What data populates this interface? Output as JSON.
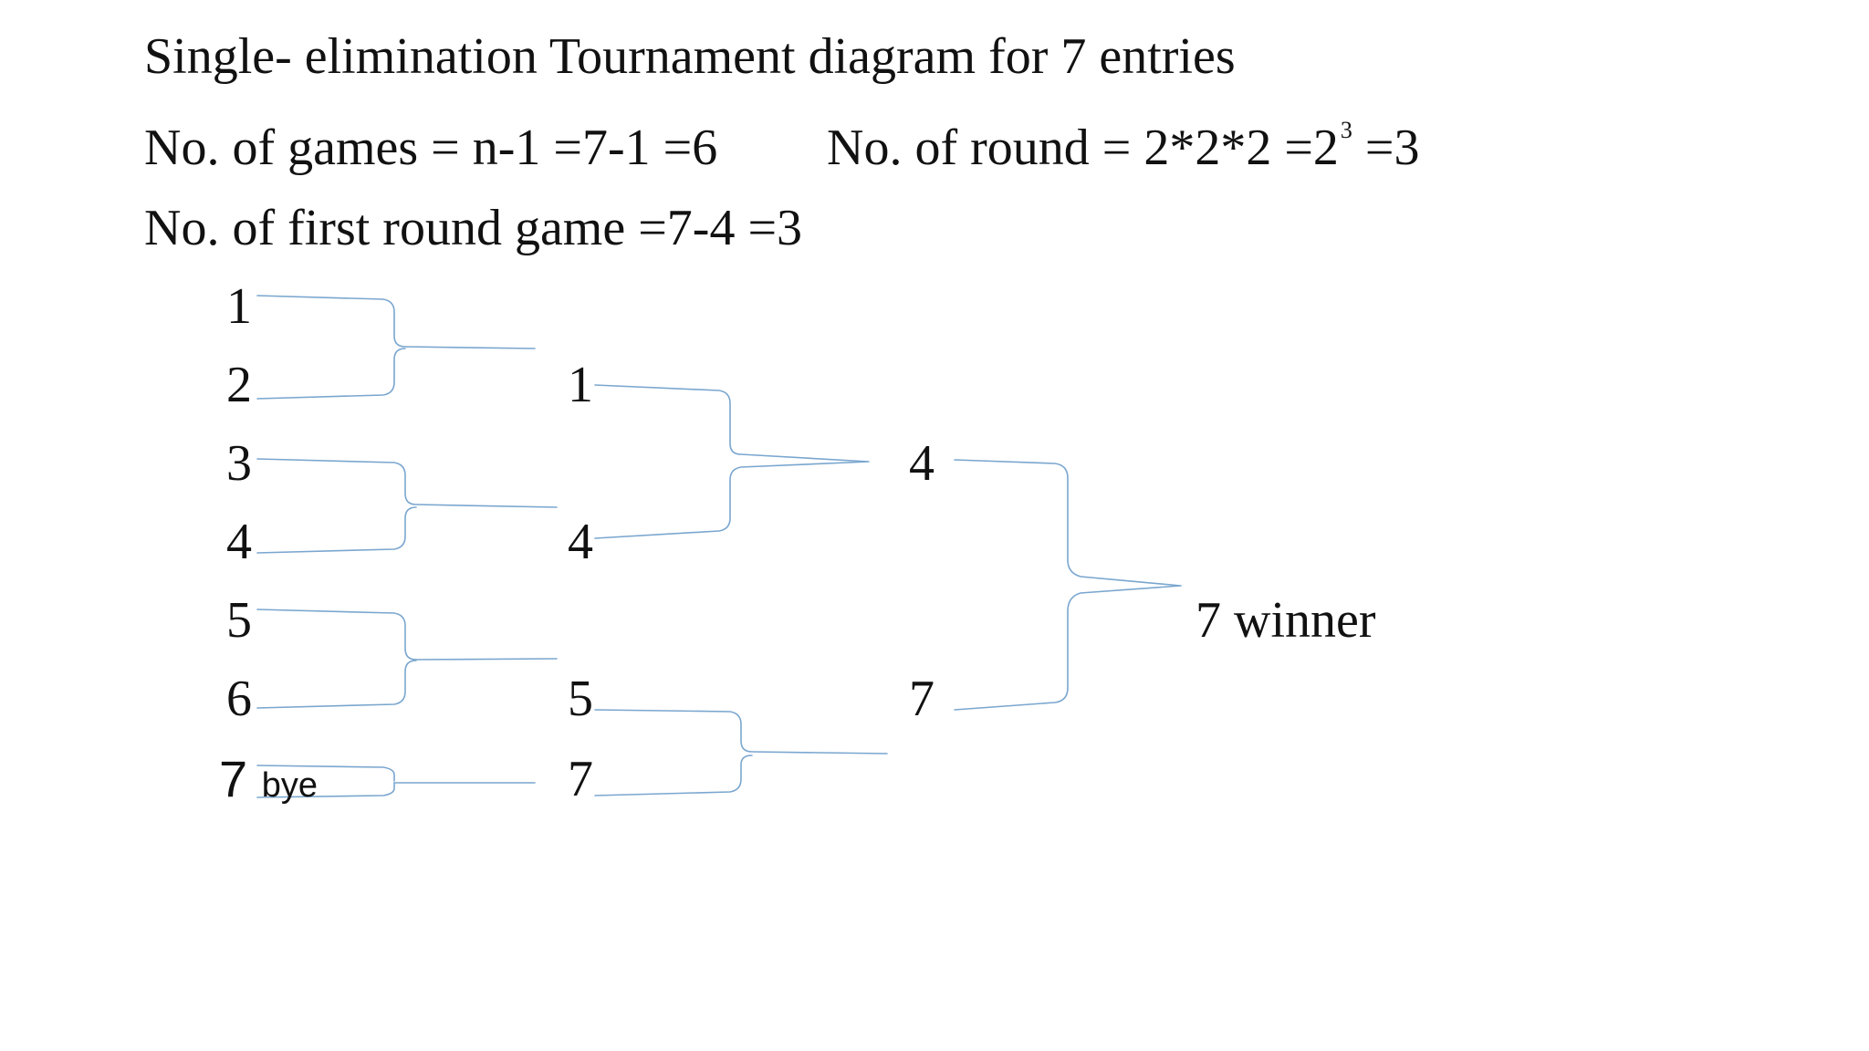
{
  "title": "Single- elimination Tournament diagram for 7 entries",
  "formulas": {
    "games": "No. of games = n-1 =7-1 =6",
    "rounds_prefix": "No. of round = 2*2*2 =2",
    "rounds_exponent": "3",
    "rounds_suffix": " =3",
    "first_round": "No. of first round game =7-4 =3"
  },
  "bracket": {
    "round1": [
      "1",
      "2",
      "3",
      "4",
      "5",
      "6",
      "7"
    ],
    "bye_label": "bye",
    "round2": [
      "1",
      "4",
      "5",
      "7"
    ],
    "round3": [
      "4",
      "7"
    ],
    "winner": "7 winner"
  },
  "colors": {
    "bracket_line": "#7aa6cf",
    "text": "#111111"
  }
}
